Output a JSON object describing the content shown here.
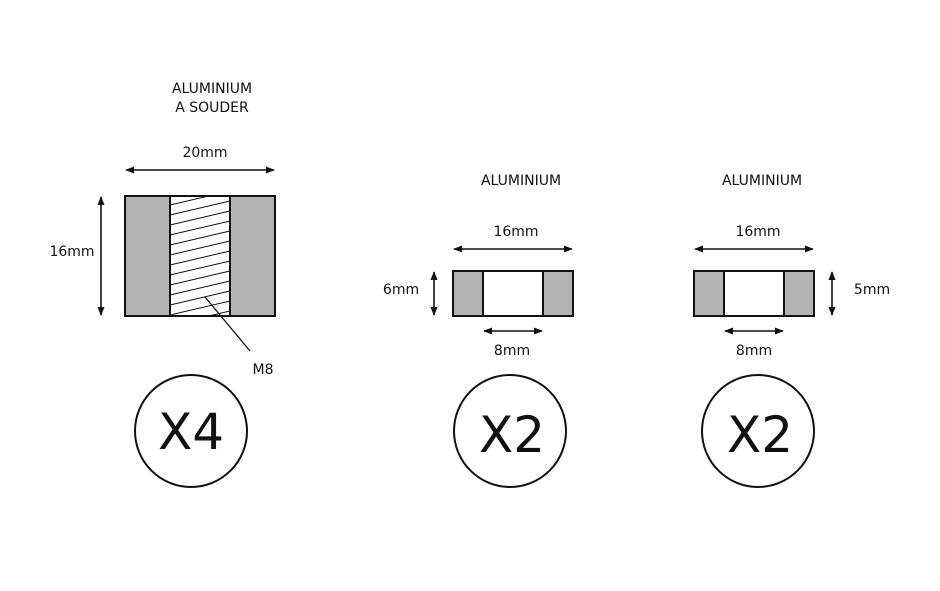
{
  "parts": [
    {
      "material_line1": "ALUMINIUM",
      "material_line2": "A SOUDER",
      "width_label": "20mm",
      "height_label": "16mm",
      "thread_label": "M8",
      "quantity": "X4"
    },
    {
      "material": "ALUMINIUM",
      "width_label": "16mm",
      "height_label": "6mm",
      "bore_label": "8mm",
      "quantity": "X2"
    },
    {
      "material": "ALUMINIUM",
      "width_label": "16mm",
      "height_label": "5mm",
      "bore_label": "8mm",
      "quantity": "X2"
    }
  ],
  "colors": {
    "wall_fill": "#b3b3b3",
    "line": "#111111",
    "background": "#ffffff"
  }
}
